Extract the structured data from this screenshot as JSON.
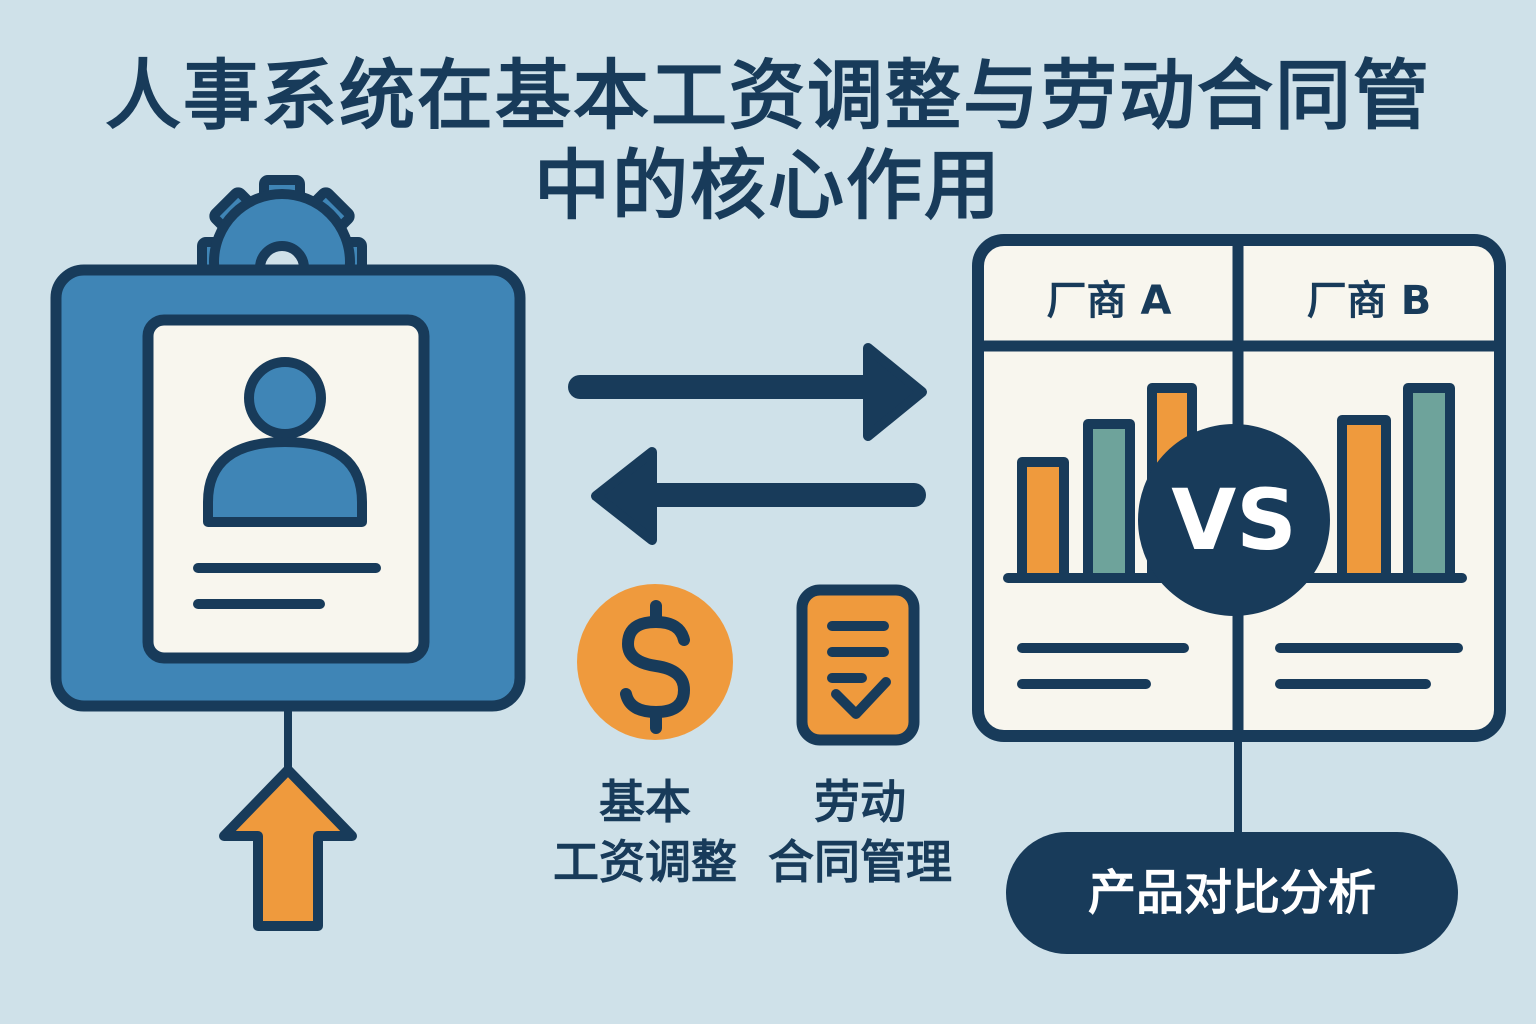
{
  "title": {
    "line1": "人事系统在基本工资调整与劳动合同管",
    "line2": "中的核心作用"
  },
  "comparison": {
    "vendor_a": "厂商 A",
    "vendor_b": "厂商 B",
    "vs_label": "VS",
    "pill_label": "产品对比分析"
  },
  "features": {
    "salary_line1": "基本",
    "salary_line2": "工资调整",
    "contract_line1": "劳动",
    "contract_line2": "合同管理"
  },
  "colors": {
    "background": "#cfe1e9",
    "navy": "#183b5a",
    "blue": "#3f85b6",
    "orange": "#ef9a3d",
    "teal": "#6ea39b",
    "cream": "#f8f6ee"
  }
}
